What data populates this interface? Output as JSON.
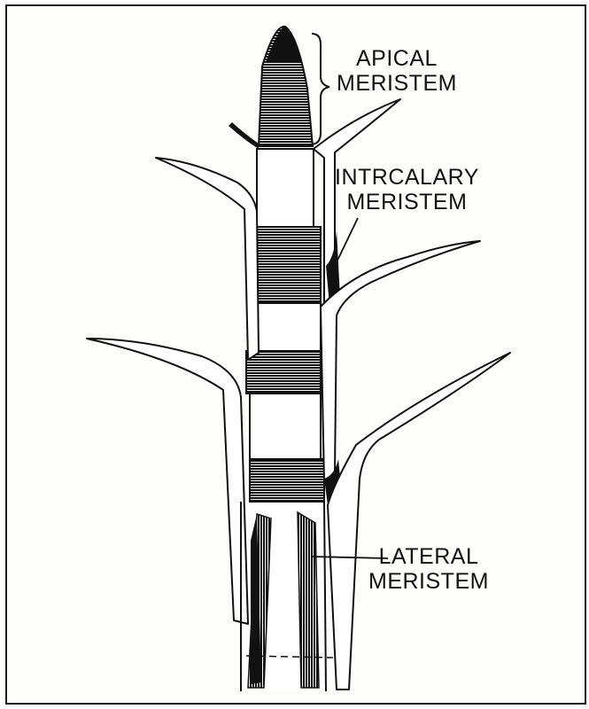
{
  "labels": {
    "apical": [
      "APICAL",
      "MERISTEM"
    ],
    "intercalary": [
      "INTRCALARY",
      "MERISTEM"
    ],
    "lateral": [
      "LATERAL",
      "MERISTEM"
    ]
  }
}
